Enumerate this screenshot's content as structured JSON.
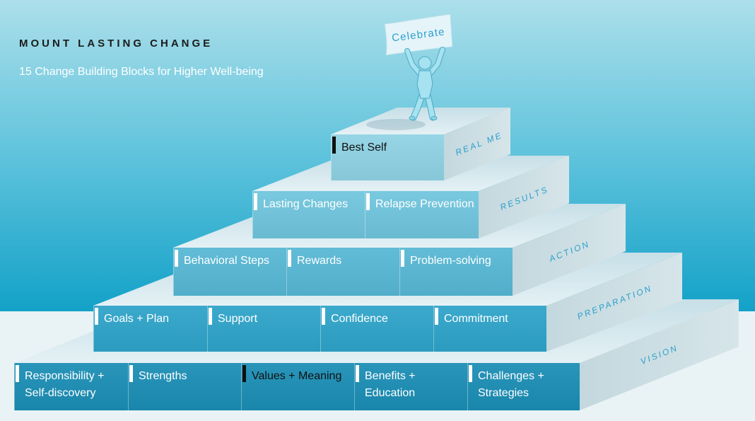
{
  "title": "MOUNT LASTING CHANGE",
  "subtitle": "15 Change Building Blocks for Higher Well-being",
  "banner": {
    "text": "Celebrate",
    "icon": "flag-banner-icon"
  },
  "figure_icon": "person-celebrating-icon",
  "levels": [
    {
      "name": "REAL ME",
      "blocks": [
        {
          "label": "Best Self",
          "highlighted": true
        }
      ]
    },
    {
      "name": "RESULTS",
      "blocks": [
        {
          "label": "Lasting Changes",
          "highlighted": false
        },
        {
          "label": "Relapse Prevention",
          "highlighted": false
        }
      ]
    },
    {
      "name": "ACTION",
      "blocks": [
        {
          "label": "Behavioral Steps",
          "highlighted": false
        },
        {
          "label": "Rewards",
          "highlighted": false
        },
        {
          "label": "Problem-solving",
          "highlighted": false
        }
      ]
    },
    {
      "name": "PREPARATION",
      "blocks": [
        {
          "label": "Goals + Plan",
          "highlighted": false
        },
        {
          "label": "Support",
          "highlighted": false
        },
        {
          "label": "Confidence",
          "highlighted": false
        },
        {
          "label": "Commitment",
          "highlighted": false
        }
      ]
    },
    {
      "name": "VISION",
      "blocks": [
        {
          "label": "Responsibility +\nSelf-discovery",
          "highlighted": false
        },
        {
          "label": "Strengths",
          "highlighted": false
        },
        {
          "label": "Values + Meaning",
          "highlighted": true
        },
        {
          "label": "Benefits +\nEducation",
          "highlighted": false
        },
        {
          "label": "Challenges +\nStrategies",
          "highlighted": false
        }
      ]
    }
  ],
  "colors": {
    "sky_top": "#acdfea",
    "sky_mid": "#5fc3dc",
    "sky_bottom": "#13a1c8",
    "ground": "#e9f3f5",
    "title": "#1b1b1b",
    "level_label": "#2c9fcb",
    "tier_fronts_top_to_bottom": [
      "#8ed2e3",
      "#6fc5dd",
      "#56b7d4",
      "#2da3c9",
      "#1a8db4"
    ],
    "block_text": "#ffffff",
    "highlight_text": "#111111"
  }
}
